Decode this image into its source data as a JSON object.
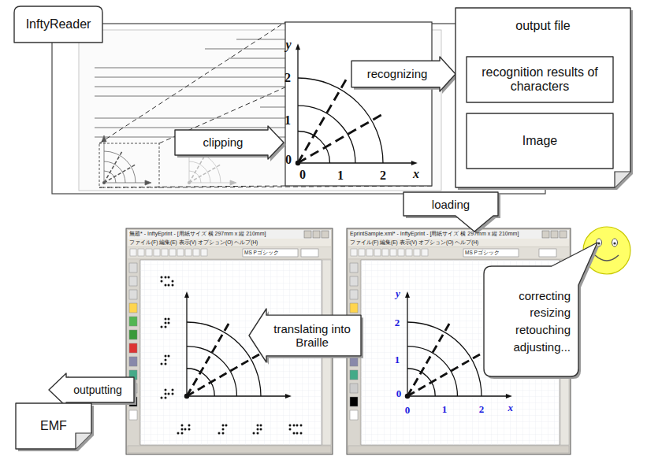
{
  "diagram": {
    "nodes": [
      {
        "text": [
          "InftyReader"
        ]
      },
      {
        "text": [
          "clipping"
        ]
      },
      {
        "text": [
          "recognizing"
        ]
      },
      {
        "text": [
          "output file"
        ]
      },
      {
        "text": [
          "recognition results of characters"
        ],
        "in": 3
      },
      {
        "text": [
          "Image"
        ],
        "in": 3
      },
      {
        "text": [
          "loading"
        ]
      },
      {
        "text": [
          "correcting resizing retouching adjusting..."
        ]
      },
      {
        "text": [
          "translating into Braille"
        ]
      },
      {
        "text": [
          "outputting"
        ]
      },
      {
        "text": [
          "EMF"
        ]
      }
    ],
    "labels": [
      "y",
      "2",
      "1",
      "0",
      "0",
      "1",
      "2",
      "x",
      "y",
      "2",
      "1",
      "0",
      "0",
      "1",
      "2",
      "x",
      "無題* - InftyEprint - [用紙サイズ 横 297mm x 縦 210mm]",
      "ファイル(F) 編集(E) 表示(V) オプション(O) ヘルプ(H)",
      "MS Pゴシック",
      "EprintSample.xml* - InftyEprint - [用紙サイズ 横 297mm x 縦 210mm]",
      "ファイル(F) 編集(E) 表示(V) オプション(O) ヘルプ(H)",
      "MS Pゴシック"
    ]
  }
}
